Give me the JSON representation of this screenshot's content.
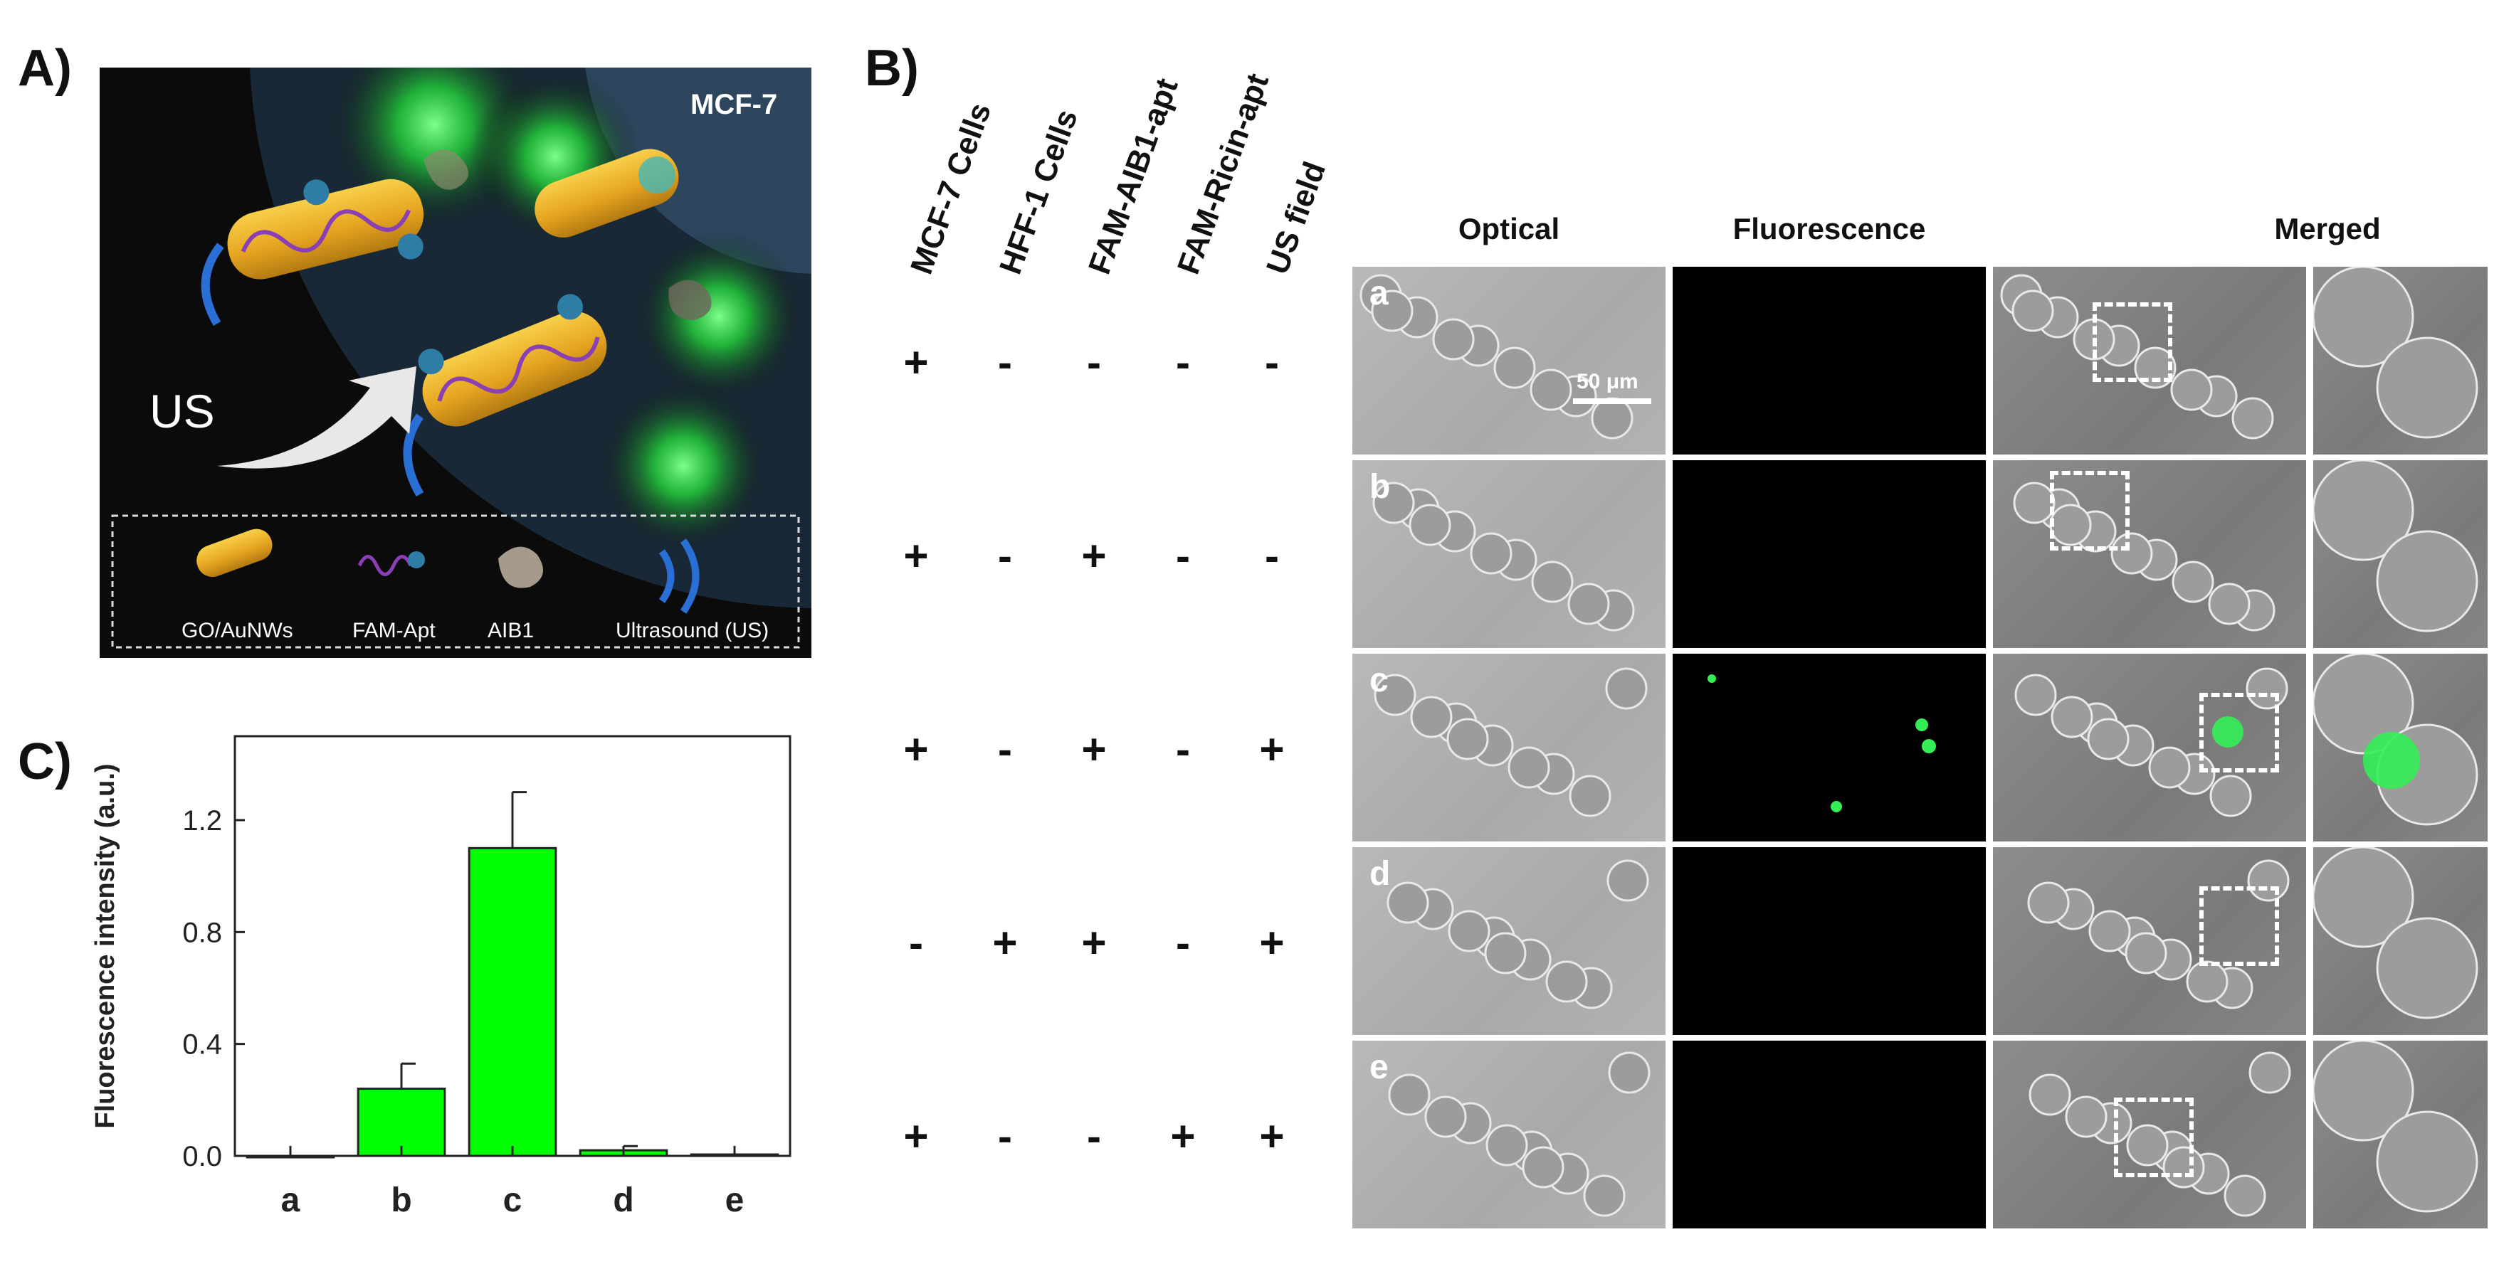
{
  "panel_labels": {
    "a": "A)",
    "b": "B)",
    "c": "C)"
  },
  "panel_a": {
    "cell_label": "MCF-7",
    "us_label": "US",
    "legend": [
      "GO/AuNWs",
      "FAM-Apt",
      "AIB1",
      "Ultrasound (US)"
    ]
  },
  "panel_b": {
    "columns": [
      "MCF-7 Cells",
      "HFF-1 Cells",
      "FAM-AIB1-apt",
      "FAM-Ricin-apt",
      "US field"
    ],
    "rows": [
      {
        "id": "a",
        "signs": [
          "+",
          "-",
          "-",
          "-",
          "-"
        ]
      },
      {
        "id": "b",
        "signs": [
          "+",
          "-",
          "+",
          "-",
          "-"
        ]
      },
      {
        "id": "c",
        "signs": [
          "+",
          "-",
          "+",
          "-",
          "+"
        ]
      },
      {
        "id": "d",
        "signs": [
          "-",
          "+",
          "+",
          "-",
          "+"
        ]
      },
      {
        "id": "e",
        "signs": [
          "+",
          "-",
          "-",
          "+",
          "+"
        ]
      }
    ],
    "image_titles": {
      "optical": "Optical",
      "fluorescence": "Fluorescence",
      "merged": "Merged"
    },
    "scale_bar": "50 μm",
    "colors": {
      "fam_green": "#33ee55"
    }
  },
  "chart_data": {
    "type": "bar",
    "categories": [
      "a",
      "b",
      "c",
      "d",
      "e"
    ],
    "values": [
      0.0,
      0.24,
      1.1,
      0.02,
      0.005
    ],
    "errors": [
      0.0,
      0.09,
      0.2,
      0.015,
      0.0
    ],
    "ylabel": "Fluorescence intensity (a.u.)",
    "xlabel": "",
    "ylim": [
      0,
      1.5
    ],
    "yticks": [
      0.0,
      0.4,
      0.8,
      1.2
    ],
    "ytick_labels": [
      "0.0",
      "0.4",
      "0.8",
      "1.2"
    ],
    "bar_color": "#00ff00",
    "grid": false
  }
}
